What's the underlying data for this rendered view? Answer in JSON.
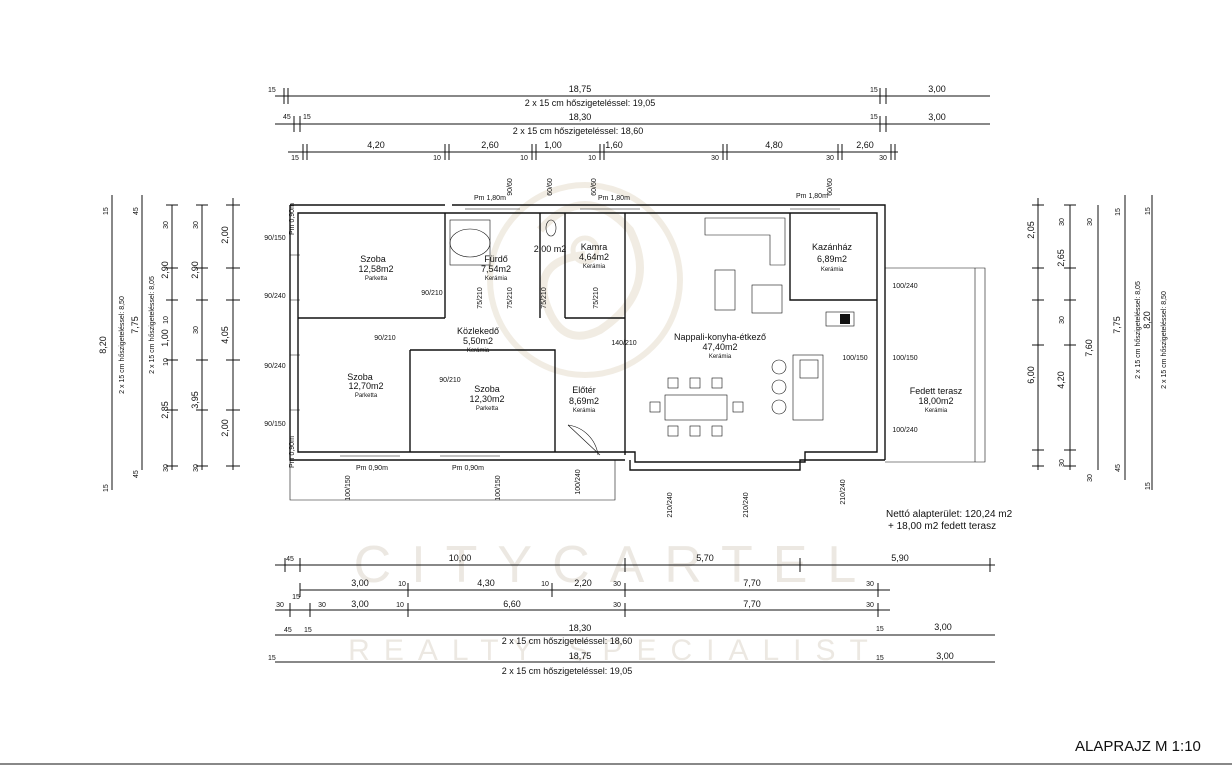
{
  "top_dims": {
    "row1": {
      "left": "15",
      "main": "18,75",
      "right_small": "15",
      "right": "3,00"
    },
    "row1_note": "2 x 15 cm hőszigeteléssel: 19,05",
    "row2": {
      "left1": "45",
      "left2": "15",
      "main": "18,30",
      "right_small": "15",
      "right": "3,00"
    },
    "row2_note": "2 x 15 cm hőszigeteléssel: 18,60",
    "row3": [
      "15",
      "4,20",
      "10",
      "2,60",
      "10",
      "1,00",
      "10",
      "1,60",
      "30",
      "4,80",
      "30",
      "2,60",
      "30"
    ]
  },
  "left_dims": {
    "outer_note": "2 x 15 cm hőszigeteléssel: 8,50",
    "outer2_note": "2 x 15 cm hőszigeteléssel: 8,05",
    "total": "8,20",
    "total2": "7,75",
    "col3": [
      "30",
      "2,90",
      "10",
      "1,00",
      "10",
      "2,85",
      "30"
    ],
    "col4": [
      "30",
      "2,90",
      "30",
      "3,95",
      "30"
    ],
    "col5": [
      "2,00",
      "4,05",
      "2,00"
    ],
    "ends": [
      "15",
      "15",
      "45",
      "45"
    ]
  },
  "right_dims": {
    "col1": [
      "2,05",
      "6,00"
    ],
    "col2": [
      "30",
      "2,65",
      "30",
      "4,20",
      "30"
    ],
    "col3": [
      "30",
      "7,60",
      "30"
    ],
    "col4": [
      "15",
      "7,75",
      "45"
    ],
    "outer_note": "2 x 15 cm hőszigeteléssel: 8,05",
    "outer2_note": "2 x 15 cm hőszigeteléssel: 8,50",
    "total": "8,20",
    "ends": [
      "15",
      "15"
    ]
  },
  "rooms": [
    {
      "name": "Szoba",
      "area": "12,58m2",
      "floor": "Parketta"
    },
    {
      "name": "Fürdő",
      "area": "7,54m2",
      "floor": "Kerámia"
    },
    {
      "name": "",
      "area": "2,00 m2",
      "floor": ""
    },
    {
      "name": "Kamra",
      "area": "4,64m2",
      "floor": "Kerámia"
    },
    {
      "name": "Kazánház",
      "area": "6,89m2",
      "floor": "Kerámia"
    },
    {
      "name": "Közlekedő",
      "area": "5,50m2",
      "floor": "Kerámia"
    },
    {
      "name": "Nappali-konyha-étkező",
      "area": "47,40m2",
      "floor": "Kerámia"
    },
    {
      "name": "Szoba",
      "area": "12,70m2",
      "floor": "Parketta"
    },
    {
      "name": "Szoba",
      "area": "12,30m2",
      "floor": "Parketta"
    },
    {
      "name": "Előtér",
      "area": "8,69m2",
      "floor": "Kerámia"
    },
    {
      "name": "Fedett terasz",
      "area": "18,00m2",
      "floor": "Kerámia"
    }
  ],
  "openings": {
    "pm_top1": "Pm 1,80m",
    "pm_top2": "Pm 1,80m",
    "pm_top3": "Pm 1,80m",
    "pm_side1": "Pm 0,90m",
    "pm_side2": "Pm 0,90m",
    "pm_bottom1": "Pm 0,90m",
    "pm_bottom2": "Pm 0,90m",
    "labels": [
      "90/150",
      "90/240",
      "90/240",
      "90/150",
      "90/60",
      "60/60",
      "60/60",
      "60/60",
      "75/210",
      "75/210",
      "75/210",
      "75/210",
      "90/210",
      "90/210",
      "90/210",
      "140/210",
      "100/240",
      "100/150",
      "100/240",
      "100/150",
      "100/150",
      "100/150",
      "100/240",
      "210/240",
      "210/240",
      "210/240"
    ]
  },
  "bottom_dims": {
    "row1": [
      "45",
      "10,00",
      "5,70",
      "5,90"
    ],
    "row2": [
      "3,00",
      "10",
      "4,30",
      "10",
      "2,20",
      "30",
      "7,70",
      "30"
    ],
    "row3": [
      "30",
      "15",
      "30",
      "3,00",
      "10",
      "6,60",
      "30",
      "7,70",
      "30"
    ],
    "row4": {
      "left1": "45",
      "left2": "15",
      "main": "18,30",
      "right_small": "15",
      "right": "3,00"
    },
    "row4_note": "2 x 15 cm hőszigeteléssel: 18,60",
    "row5": {
      "left": "15",
      "main": "18,75",
      "right_small": "15",
      "right": "3,00"
    },
    "row5_note": "2 x 15 cm hőszigeteléssel: 19,05"
  },
  "net_area": "Nettó alapterület: 120,24 m2",
  "terrace_area": "+ 18,00 m2 fedett terasz",
  "watermark": {
    "line1": "CITYCARTEL",
    "line2": "REALTY SPECIALIST"
  },
  "plan_title": "ALAPRAJZ M 1:10"
}
